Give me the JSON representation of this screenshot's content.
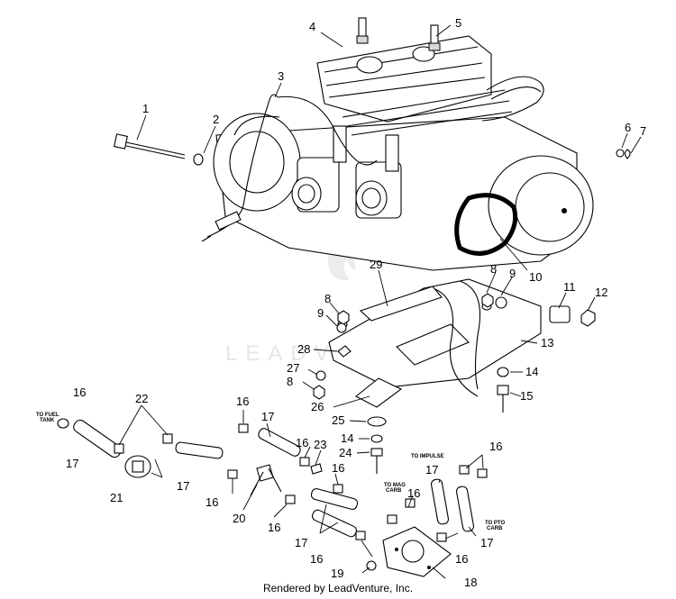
{
  "watermark": {
    "text": "LEADVENTURE"
  },
  "footer": {
    "text": "Rendered by LeadVenture, Inc."
  },
  "notes": {
    "to_fuel_line1": "TO FUEL",
    "to_fuel_line2": "TANK",
    "to_impulse": "TO IMPULSE",
    "to_mag_line1": "TO MAG",
    "to_mag_line2": "CARB",
    "to_pto_line1": "TO PTO",
    "to_pto_line2": "CARB"
  },
  "callouts": {
    "c1": "1",
    "c2": "2",
    "c3": "3",
    "c4": "4",
    "c5": "5",
    "c6": "6",
    "c7": "7",
    "c8a": "8",
    "c8b": "8",
    "c8c": "8",
    "c9a": "9",
    "c9b": "9",
    "c10": "10",
    "c11": "11",
    "c12": "12",
    "c13": "13",
    "c14a": "14",
    "c14b": "14",
    "c15": "15",
    "c16a": "16",
    "c16b": "16",
    "c16c": "16",
    "c16d": "16",
    "c16e": "16",
    "c16f": "16",
    "c16g": "16",
    "c16h": "16",
    "c16i": "16",
    "c16j": "16",
    "c17a": "17",
    "c17b": "17",
    "c17c": "17",
    "c17d": "17",
    "c17e": "17",
    "c17f": "17",
    "c18": "18",
    "c19": "19",
    "c20": "20",
    "c21": "21",
    "c22": "22",
    "c23": "23",
    "c24": "24",
    "c25": "25",
    "c26": "26",
    "c27": "27",
    "c28": "28",
    "c29": "29"
  }
}
